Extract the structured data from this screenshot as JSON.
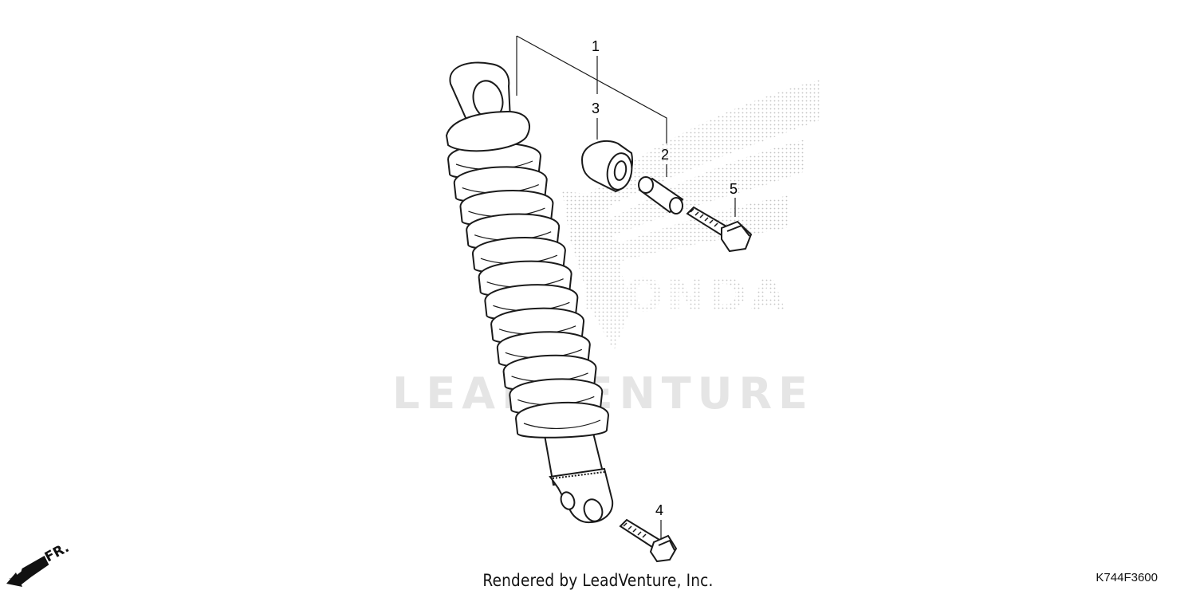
{
  "diagram": {
    "code": "K744F3600",
    "footer": "Rendered by LeadVenture, Inc.",
    "front_indicator": "FR.",
    "watermarks": {
      "brand_text": "LEADVENTURE",
      "logo_text": "HONDA"
    },
    "callouts": [
      "1",
      "2",
      "3",
      "4",
      "5"
    ],
    "colors": {
      "line": "#1a1a1a",
      "watermark": "#e0e0e0",
      "dots": "#c8c8c8"
    }
  }
}
